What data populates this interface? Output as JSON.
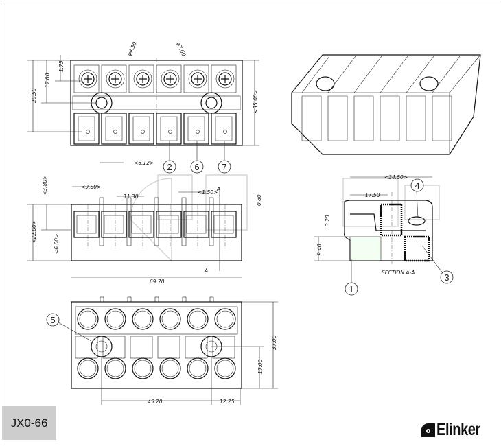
{
  "drawing": {
    "model": "JX0-66",
    "brand": "Elinker",
    "section_label": "SECTION A-A",
    "section_marker": "A"
  },
  "dimensions": {
    "top_view": {
      "d1": "1.75",
      "d2": "17.00",
      "d3": "29.50",
      "d4": "<35.00>",
      "d5": "φ4.50",
      "d6": "φ7.60",
      "d7": "<6.12>"
    },
    "front_view": {
      "d1": "<9.80>",
      "d2": "<3.80>",
      "d3": "11.30",
      "d4": "<1.50>",
      "d5": "0.80",
      "d6": "<22.00>",
      "d7": "<6.00>",
      "d8": "69.70"
    },
    "section": {
      "d1": "<34.50>",
      "d2": "17.50",
      "d3": "3.20",
      "d4": "9.40"
    },
    "bottom_view": {
      "d1": "37.00",
      "d2": "17.00",
      "d3": "45.20",
      "d4": "12.25"
    }
  },
  "callouts": [
    "2",
    "6",
    "7",
    "4",
    "3",
    "1",
    "5"
  ]
}
